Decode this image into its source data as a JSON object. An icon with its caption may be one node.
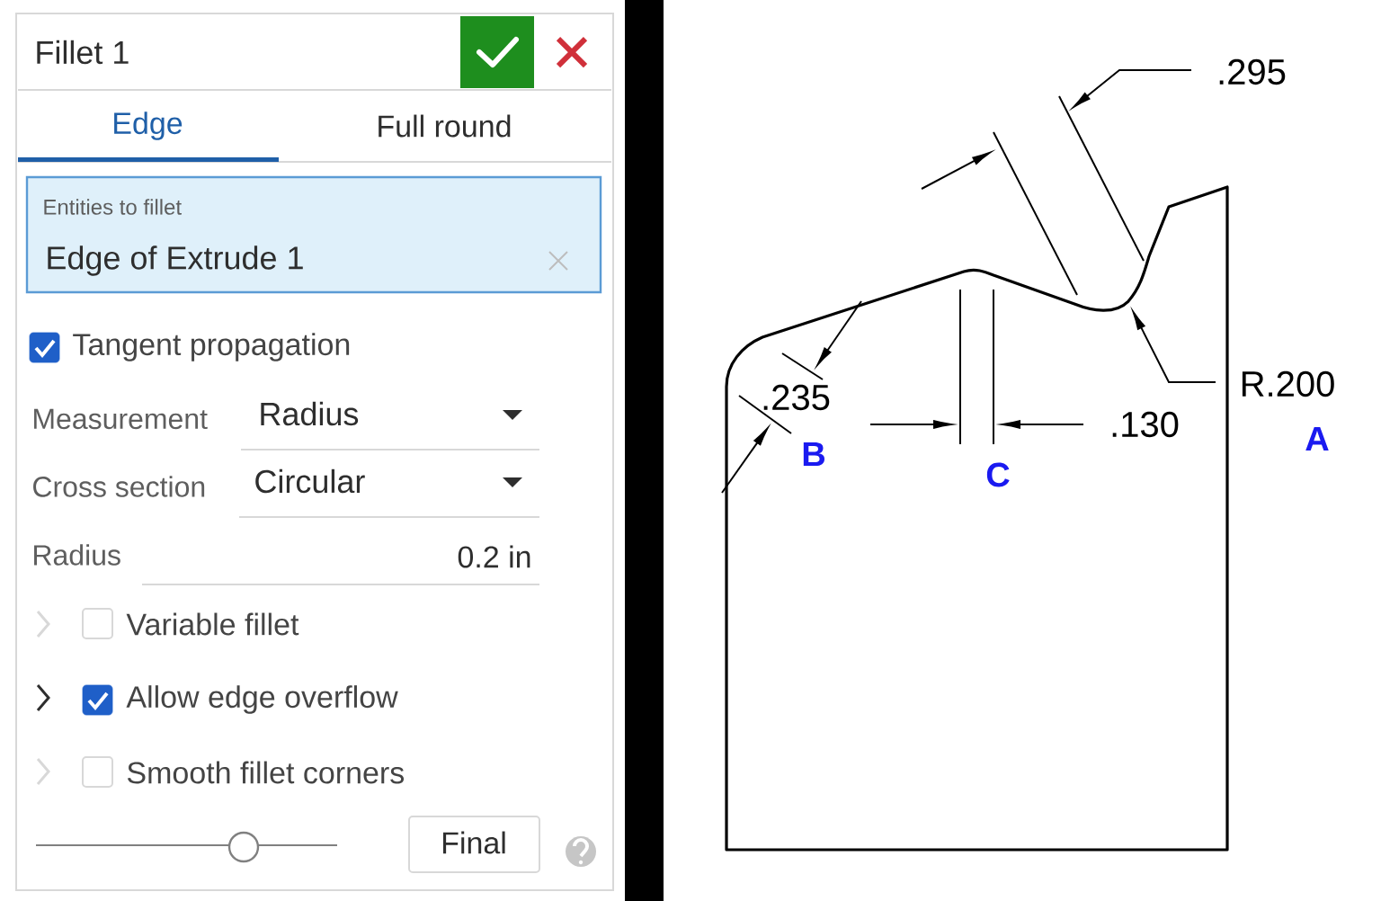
{
  "diagram": {
    "nodes": [
      {
        "text": [],
        "shape": "bar"
      }
    ],
    "labels": [
      "Fillet 1",
      "Edge",
      "Full round",
      "Entities to fillet",
      "Edge of Extrude 1",
      "Tangent propagation",
      "Measurement",
      "Radius",
      "Cross section",
      "Circular",
      "Radius",
      "0.2 in",
      "Variable fillet",
      "Allow edge overflow",
      "Smooth fillet corners",
      "Final",
      ".295",
      "R.200",
      "A",
      ".235",
      "B",
      ".130",
      "C"
    ]
  }
}
